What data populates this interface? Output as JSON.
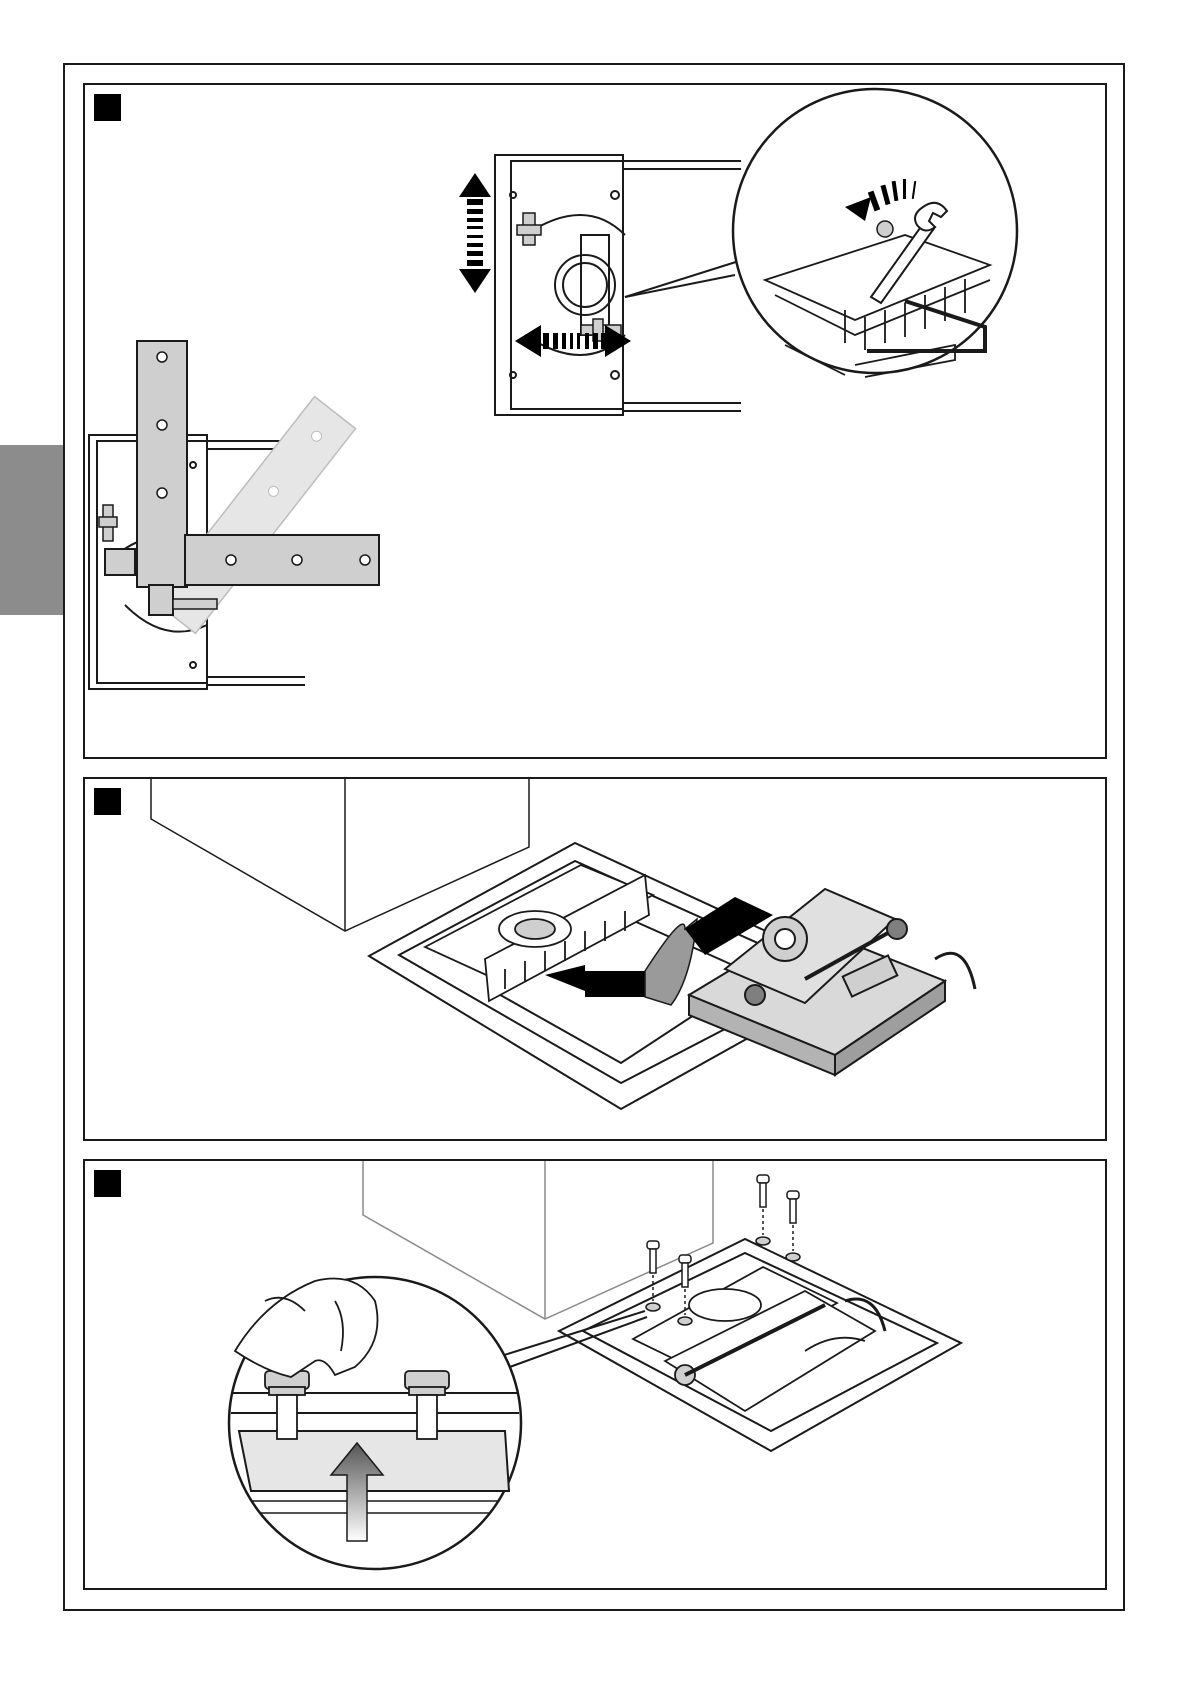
{
  "document": {
    "kind": "installation instruction illustrations",
    "panel_count": 3,
    "panels": [
      {
        "id": "panel-1",
        "marker_label": "",
        "illustration": "mounting-bracket-adjustment"
      },
      {
        "id": "panel-2",
        "marker_label": "",
        "illustration": "motor-insertion-into-foundation-box"
      },
      {
        "id": "panel-3",
        "marker_label": "",
        "illustration": "motor-fixing-with-bolts"
      }
    ]
  },
  "colors": {
    "ink": "#1a1a1a",
    "tab_gray": "#8c8c8c",
    "plate_gray": "#cfcfcf",
    "light_gray": "#e6e6e6",
    "arrow_black": "#000000",
    "motor_gray": "#b3b3b3"
  }
}
